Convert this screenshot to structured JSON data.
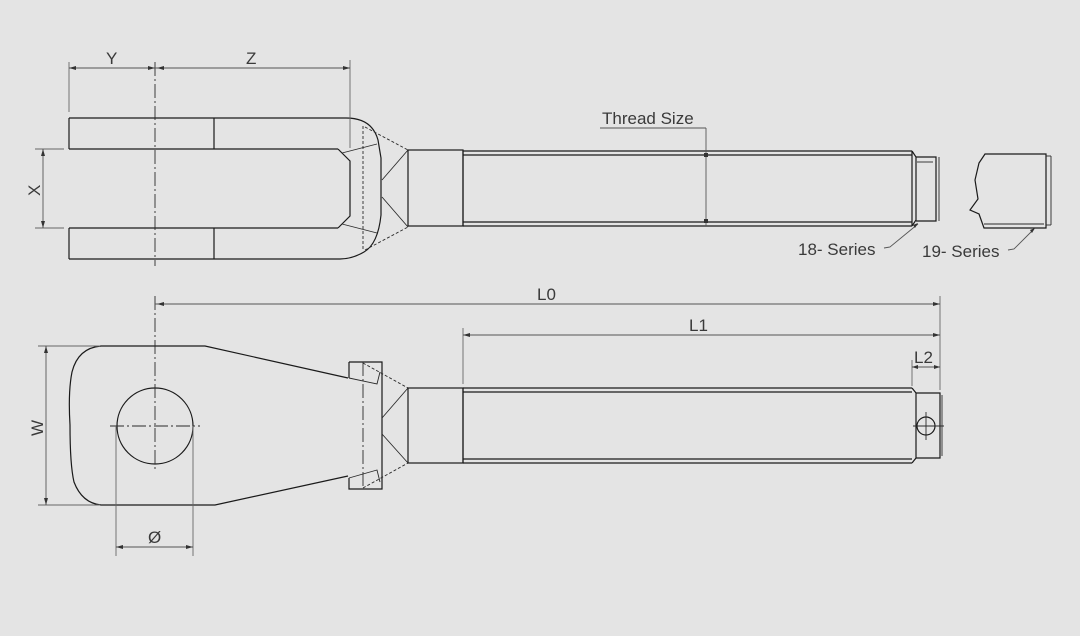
{
  "drawing": {
    "type": "technical-drawing",
    "subject": "fork end fitting (clevis terminal)",
    "background_color": "#e4e4e4",
    "line_color": "#1a1a1a",
    "label_color": "#3a3a3a"
  },
  "top_view": {
    "dimensions": {
      "y_label": "Y",
      "z_label": "Z",
      "x_label": "X"
    },
    "callouts": {
      "thread_size": "Thread Size",
      "series_18": "18- Series",
      "series_19": "19- Series"
    }
  },
  "side_view": {
    "dimensions": {
      "l0_label": "L0",
      "l1_label": "L1",
      "l2_label": "L2",
      "w_label": "W",
      "diameter_label": "Ø"
    }
  }
}
